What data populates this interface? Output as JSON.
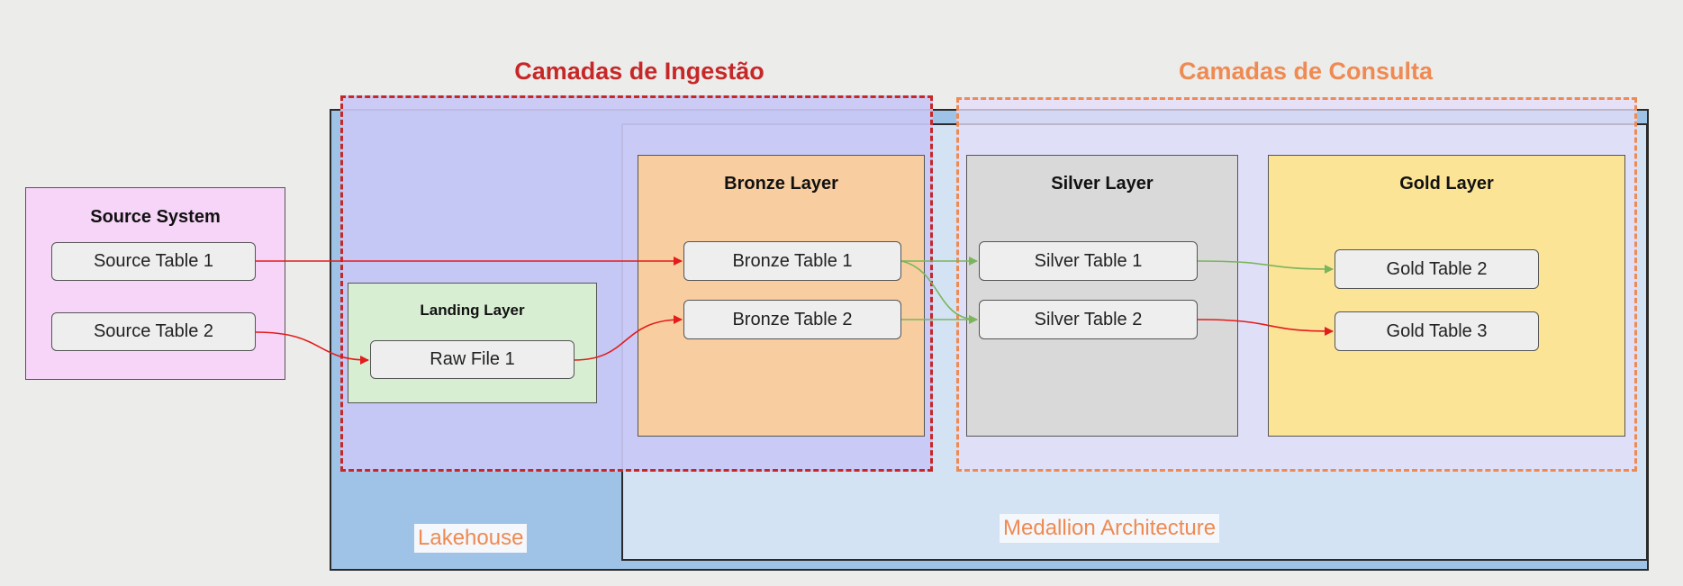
{
  "sections": {
    "ingestion": "Camadas de Ingestão",
    "consultation": "Camadas de Consulta"
  },
  "containers": {
    "lakehouse": "Lakehouse",
    "medallion": "Medallion Architecture"
  },
  "panels": {
    "source": {
      "title": "Source System",
      "nodes": [
        "Source Table 1",
        "Source Table 2"
      ]
    },
    "landing": {
      "title": "Landing Layer",
      "nodes": [
        "Raw File 1"
      ]
    },
    "bronze": {
      "title": "Bronze Layer",
      "nodes": [
        "Bronze Table 1",
        "Bronze Table 2"
      ]
    },
    "silver": {
      "title": "Silver Layer",
      "nodes": [
        "Silver Table 1",
        "Silver Table 2"
      ]
    },
    "gold": {
      "title": "Gold Layer",
      "nodes": [
        "Gold Table 2",
        "Gold Table 3"
      ]
    }
  },
  "edges": [
    {
      "from": "Source Table 1",
      "to": "Bronze Table 1",
      "color": "red"
    },
    {
      "from": "Source Table 2",
      "to": "Raw File 1",
      "color": "red"
    },
    {
      "from": "Raw File 1",
      "to": "Bronze Table 2",
      "color": "red"
    },
    {
      "from": "Bronze Table 1",
      "to": "Silver Table 1",
      "color": "green"
    },
    {
      "from": "Bronze Table 1",
      "to": "Silver Table 2",
      "color": "green"
    },
    {
      "from": "Bronze Table 2",
      "to": "Silver Table 2",
      "color": "green"
    },
    {
      "from": "Silver Table 1",
      "to": "Gold Table 2",
      "color": "green"
    },
    {
      "from": "Silver Table 2",
      "to": "Gold Table 3",
      "color": "red"
    }
  ],
  "colors": {
    "red": "#e31c1c",
    "green": "#7ab55c",
    "ingestion_accent": "#c62828",
    "consultation_accent": "#ef8a52"
  }
}
